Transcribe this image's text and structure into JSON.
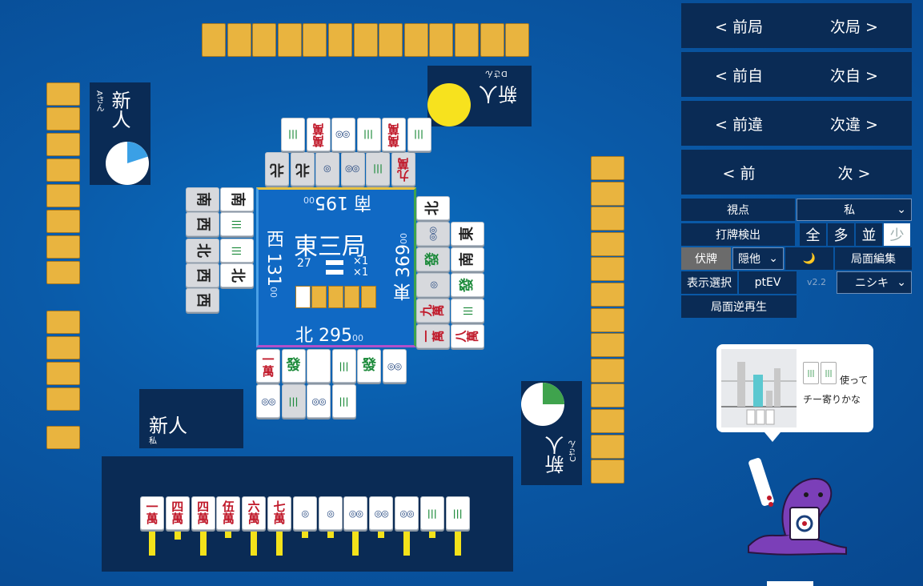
{
  "round": {
    "title": "東三局",
    "honba": "27",
    "riichi_sticks": "×1",
    "honba_sticks": "×1",
    "wall_remaining_fraction": 0.25
  },
  "scores": {
    "south": {
      "wind": "南",
      "value": "195",
      "suffix": "00"
    },
    "west": {
      "wind": "西",
      "value": "131",
      "suffix": "00"
    },
    "east": {
      "wind": "東",
      "value": "369",
      "suffix": "00"
    },
    "north": {
      "wind": "北",
      "value": "295",
      "suffix": "00"
    }
  },
  "players": {
    "top": {
      "name": "新人",
      "sub": "Dさん"
    },
    "left": {
      "name": "新人",
      "sub": "Aさん",
      "timer_fraction": 0.2
    },
    "right": {
      "name": "新人",
      "sub": "Cさん",
      "timer_fraction": 0.25
    },
    "self": {
      "name": "新人",
      "sub": "私"
    }
  },
  "hand": [
    {
      "n": "一",
      "s": "萬",
      "type": "man"
    },
    {
      "n": "四",
      "s": "萬",
      "type": "man"
    },
    {
      "n": "四",
      "s": "萬",
      "type": "man"
    },
    {
      "n": "伍",
      "s": "萬",
      "type": "man-red"
    },
    {
      "n": "六",
      "s": "萬",
      "type": "man"
    },
    {
      "n": "七",
      "s": "萬",
      "type": "man"
    },
    {
      "n": "◎",
      "s": "",
      "type": "pin"
    },
    {
      "n": "◎",
      "s": "",
      "type": "pin"
    },
    {
      "n": "◎◎",
      "s": "",
      "type": "pin"
    },
    {
      "n": "◎◎",
      "s": "",
      "type": "pin"
    },
    {
      "n": "◎◎",
      "s": "",
      "type": "pin"
    },
    {
      "n": "|||",
      "s": "",
      "type": "sou"
    },
    {
      "n": "|||",
      "s": "",
      "type": "sou"
    }
  ],
  "top_discards_row1": [
    "北",
    "北",
    "◎",
    "◎◎",
    "|||",
    "九"
  ],
  "top_discards_row2": [
    "|||",
    "萬",
    "◎◎",
    "|||",
    "萬",
    "|||"
  ],
  "left_discards": [
    "南",
    "南",
    "西",
    "|||",
    "北",
    "|||",
    "西",
    "北",
    "西"
  ],
  "right_discards": [
    "北",
    "◎◎",
    "東",
    "發",
    "南",
    "◎",
    "發",
    "九",
    "|||",
    "一",
    "八"
  ],
  "bottom_discards_row1": [
    "一",
    "發",
    "",
    "|||",
    "發",
    "◎◎"
  ],
  "bottom_discards_row2": [
    "◎◎",
    "|||",
    "◎◎",
    "|||"
  ],
  "nav": [
    {
      "prev": "< 前局",
      "next": "次局 >"
    },
    {
      "prev": "< 前自",
      "next": "次自 >"
    },
    {
      "prev": "< 前違",
      "next": "次違 >"
    },
    {
      "prev": "< 前",
      "next": "次 >"
    }
  ],
  "controls": {
    "viewpoint_label": "視点",
    "viewpoint_value": "私",
    "detect_label": "打牌検出",
    "detect_options": [
      "全",
      "多",
      "並",
      "少"
    ],
    "hidden_label": "伏牌",
    "hidden_value": "隠他",
    "moon": "🌙",
    "edit_label": "局面編集",
    "display_label": "表示選択",
    "ptev_label": "ptEV",
    "version": "v2.2",
    "character_value": "ニシキ",
    "replay_label": "局面逆再生"
  },
  "advice": {
    "text_line1": "使って",
    "text_line2": "チー寄りかな"
  },
  "colors": {
    "accent_east": "#3fa34d",
    "accent_south": "#e9c13f",
    "accent_north": "#b24fc9",
    "accent_west": "#4aa0e6",
    "tile_back": "#e9b43f"
  }
}
